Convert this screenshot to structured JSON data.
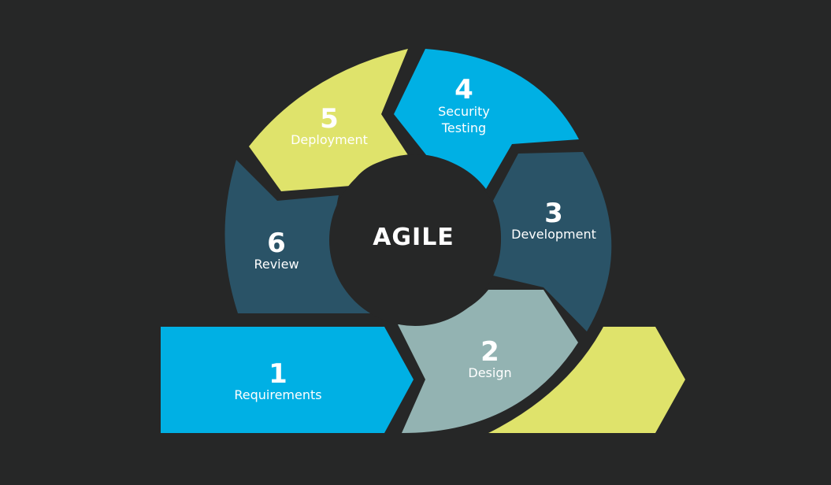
{
  "center": {
    "title": "AGILE"
  },
  "steps": [
    {
      "number": "1",
      "label": "Requirements"
    },
    {
      "number": "2",
      "label": "Design"
    },
    {
      "number": "3",
      "label": "Development"
    },
    {
      "number": "4",
      "label_line1": "Security",
      "label_line2": "Testing"
    },
    {
      "number": "5",
      "label": "Deployment"
    },
    {
      "number": "6",
      "label": "Review"
    }
  ],
  "colors": {
    "background": "#262727",
    "cyan": "#00b0e4",
    "sage": "#93b3b2",
    "slate": "#2a5367",
    "yellow": "#dfe36b",
    "text": "#ffffff"
  }
}
